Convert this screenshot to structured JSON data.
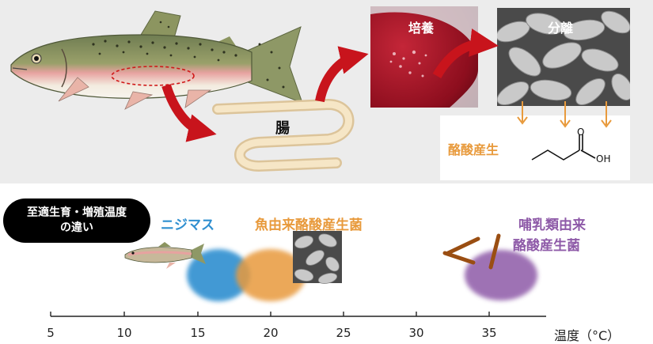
{
  "top": {
    "culture_label": "培養",
    "isolation_label": "分離",
    "intestine_label": "腸",
    "product_label": "酪酸産生",
    "molecule_oh": "OH",
    "molecule_o": "O"
  },
  "bottom": {
    "pill_line1": "至適生育・増殖温度",
    "pill_line2": "の違い",
    "trout_label": "ニジマス",
    "fish_bacteria_label": "魚由来酪酸産生菌",
    "mammal_bacteria_line1": "哺乳類由来",
    "mammal_bacteria_line2": "酪酸産生菌",
    "axis_title": "温度（°C）",
    "ticks": [
      "5",
      "10",
      "15",
      "20",
      "25",
      "30",
      "35"
    ]
  },
  "colors": {
    "trout_blue": "#2f8fd0",
    "fish_bacteria_orange": "#e89a3c",
    "mammal_bacteria_purple": "#8e5aa8",
    "arrow_red": "#c8141c"
  }
}
